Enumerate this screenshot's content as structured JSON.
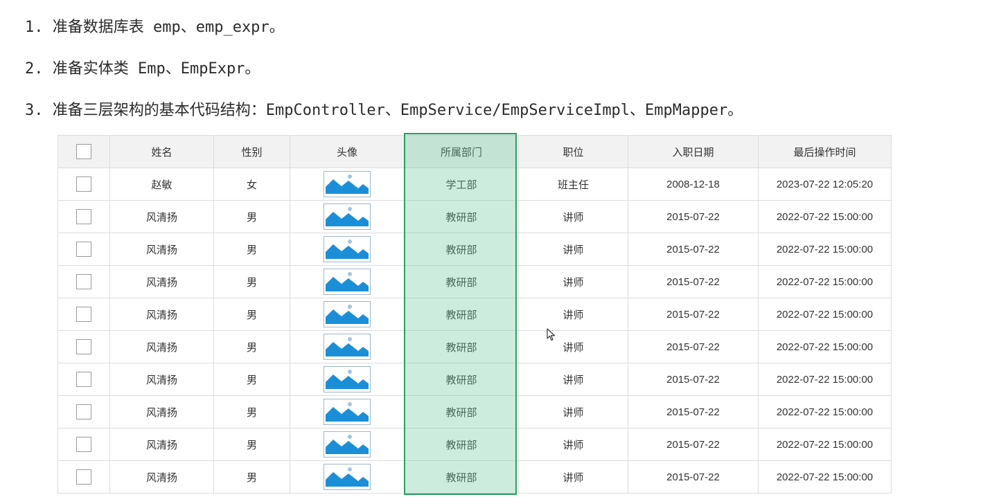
{
  "steps": [
    "1. 准备数据库表 emp、emp_expr。",
    "2. 准备实体类 Emp、EmpExpr。",
    "3. 准备三层架构的基本代码结构：EmpController、EmpService/EmpServiceImpl、EmpMapper。"
  ],
  "table": {
    "headers": [
      "姓名",
      "性别",
      "头像",
      "所属部门",
      "职位",
      "入职日期",
      "最后操作时间"
    ],
    "rows": [
      {
        "name": "赵敏",
        "gender": "女",
        "dept": "学工部",
        "job": "班主任",
        "entry_date": "2008-12-18",
        "update_time": "2023-07-22 12:05:20"
      },
      {
        "name": "风清扬",
        "gender": "男",
        "dept": "教研部",
        "job": "讲师",
        "entry_date": "2015-07-22",
        "update_time": "2022-07-22 15:00:00"
      },
      {
        "name": "风清扬",
        "gender": "男",
        "dept": "教研部",
        "job": "讲师",
        "entry_date": "2015-07-22",
        "update_time": "2022-07-22 15:00:00"
      },
      {
        "name": "风清扬",
        "gender": "男",
        "dept": "教研部",
        "job": "讲师",
        "entry_date": "2015-07-22",
        "update_time": "2022-07-22 15:00:00"
      },
      {
        "name": "风清扬",
        "gender": "男",
        "dept": "教研部",
        "job": "讲师",
        "entry_date": "2015-07-22",
        "update_time": "2022-07-22 15:00:00"
      },
      {
        "name": "风清扬",
        "gender": "男",
        "dept": "教研部",
        "job": "讲师",
        "entry_date": "2015-07-22",
        "update_time": "2022-07-22 15:00:00"
      },
      {
        "name": "风清扬",
        "gender": "男",
        "dept": "教研部",
        "job": "讲师",
        "entry_date": "2015-07-22",
        "update_time": "2022-07-22 15:00:00"
      },
      {
        "name": "风清扬",
        "gender": "男",
        "dept": "教研部",
        "job": "讲师",
        "entry_date": "2015-07-22",
        "update_time": "2022-07-22 15:00:00"
      },
      {
        "name": "风清扬",
        "gender": "男",
        "dept": "教研部",
        "job": "讲师",
        "entry_date": "2015-07-22",
        "update_time": "2022-07-22 15:00:00"
      },
      {
        "name": "风清扬",
        "gender": "男",
        "dept": "教研部",
        "job": "讲师",
        "entry_date": "2015-07-22",
        "update_time": "2022-07-22 15:00:00"
      }
    ]
  },
  "icons": {
    "avatar": "image-placeholder-icon",
    "cursor": "mouse-pointer-icon"
  },
  "colors": {
    "highlight_fill": "#c8eadb",
    "highlight_border": "#2e9c63",
    "avatar_blue": "#1a8fd8"
  }
}
